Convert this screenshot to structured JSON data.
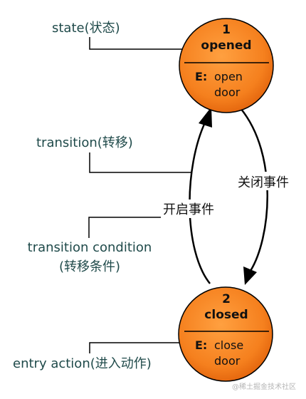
{
  "annotations": {
    "state": "state(状态)",
    "transition": "transition(转移)",
    "condition_line1": "transition condition",
    "condition_line2": "(转移条件)",
    "entry_action": "entry action(进入动作)"
  },
  "states": [
    {
      "number": "1",
      "name": "opened",
      "action_prefix": "E:",
      "action_line1": "open",
      "action_line2": "door"
    },
    {
      "number": "2",
      "name": "closed",
      "action_prefix": "E:",
      "action_line1": "close",
      "action_line2": "door"
    }
  ],
  "events": {
    "close_event": "关闭事件",
    "open_event": "开启事件"
  },
  "watermark": "@稀土掘金技术社区",
  "colors": {
    "state_fill_center": "#ffa040",
    "state_fill_edge": "#e86a10",
    "annotation_text": "#1f4a4a"
  }
}
